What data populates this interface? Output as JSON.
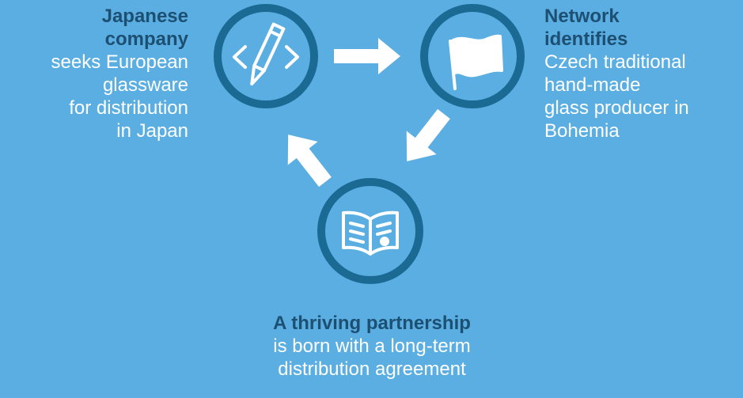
{
  "step_left": {
    "title_lines": [
      "Japanese",
      "company"
    ],
    "body_lines": [
      "seeks European",
      "glassware",
      "for distribution",
      "in Japan"
    ],
    "icon": "code-pencil-icon"
  },
  "step_right": {
    "title_lines": [
      "Network",
      "identifies"
    ],
    "body_lines": [
      "Czech traditional",
      "hand-made",
      "glass producer in",
      "Bohemia"
    ],
    "icon": "flag-icon"
  },
  "step_bottom": {
    "title_lines": [
      "A thriving partnership"
    ],
    "body_lines": [
      "is born with a long-term",
      "distribution agreement"
    ],
    "icon": "open-book-icon"
  },
  "colors": {
    "background": "#5aaee2",
    "circle_stroke": "#1b6a94",
    "title_text": "#1d4f72",
    "body_text": "#ffffff",
    "arrow": "#ffffff"
  }
}
